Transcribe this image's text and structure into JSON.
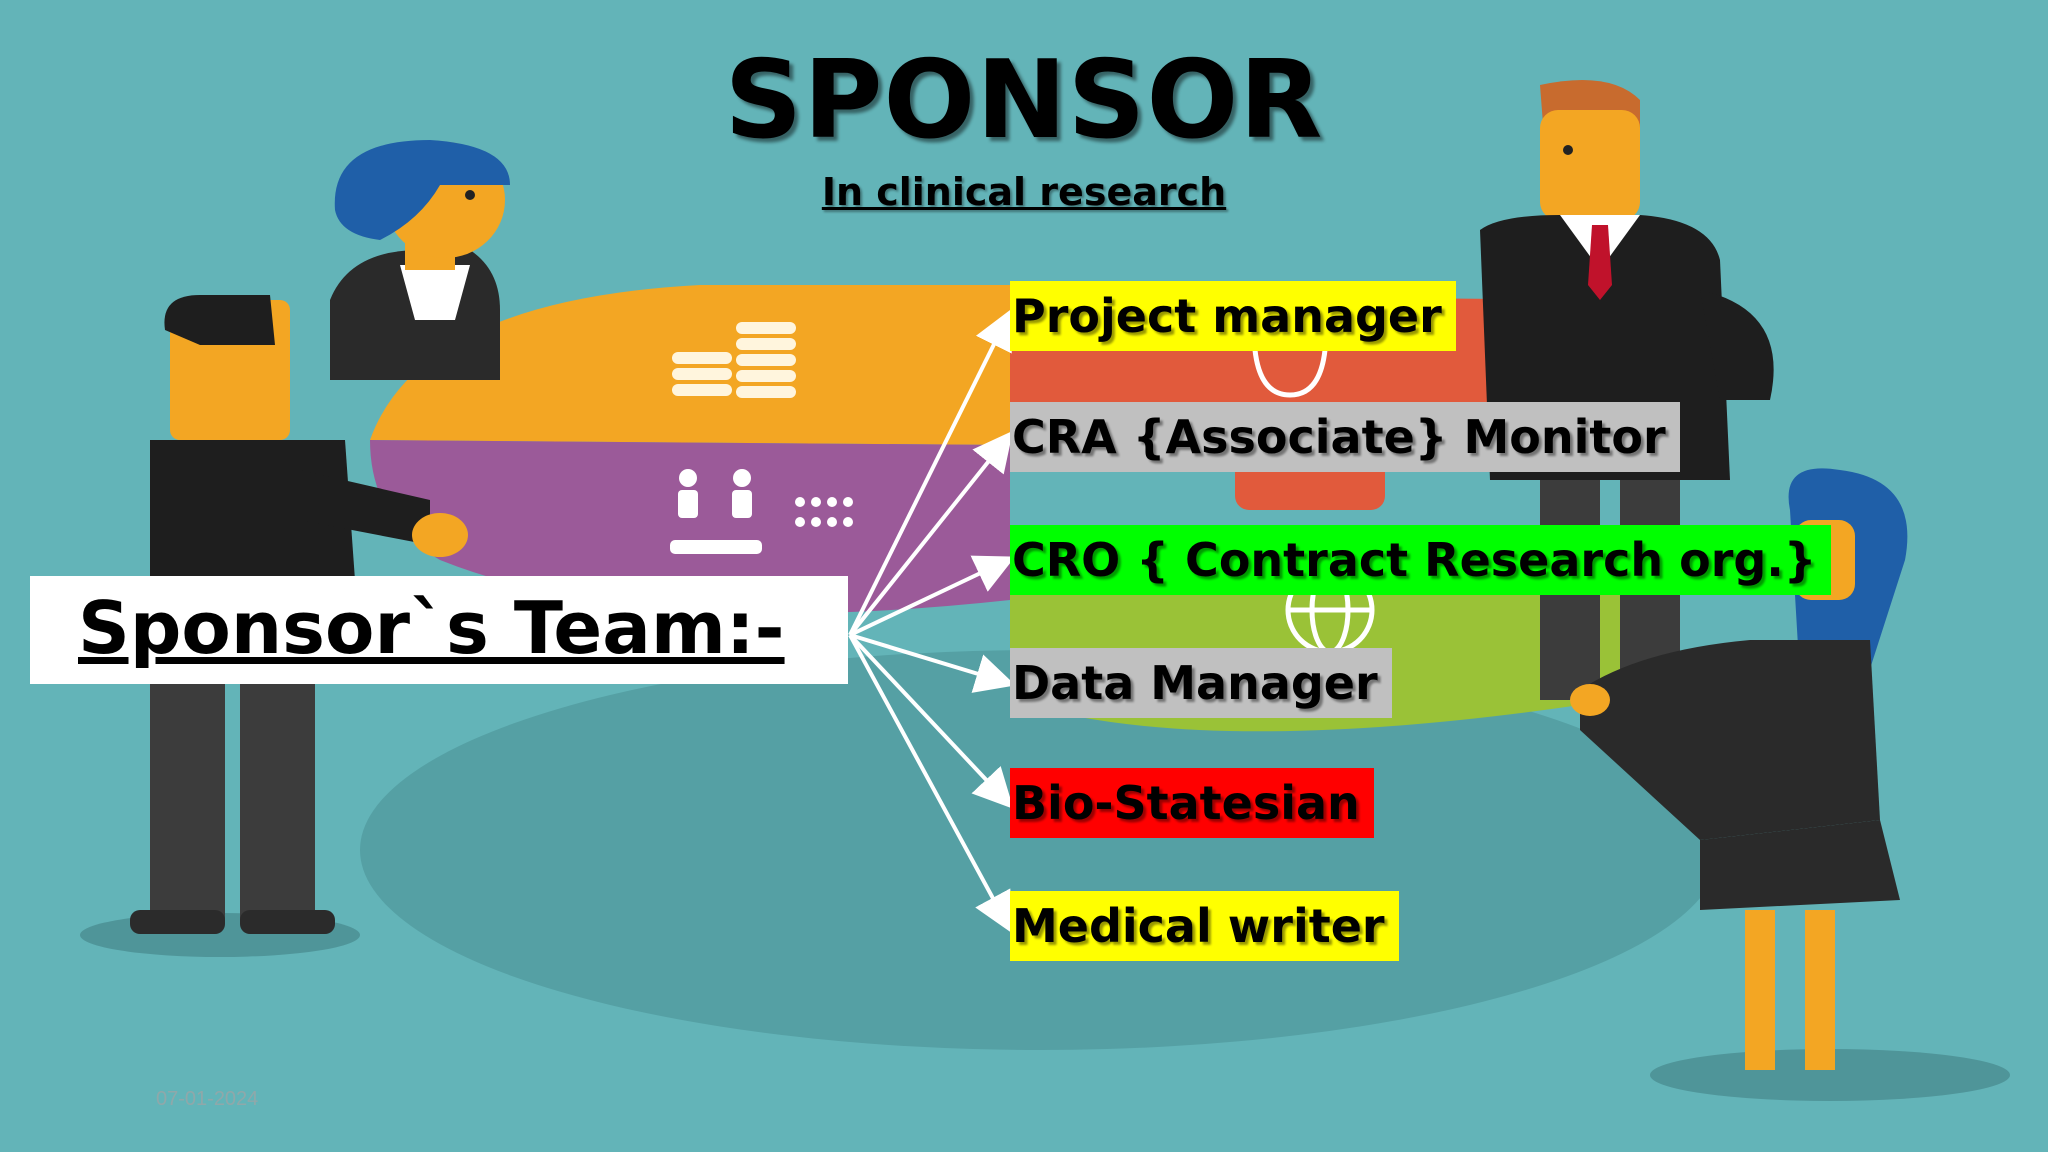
{
  "slide": {
    "title": "SPONSOR",
    "subtitle": "In clinical research",
    "team_label": "Sponsor`s Team:-",
    "date": "07-01-2024"
  },
  "roles": [
    {
      "label": "Project manager",
      "bg": "#ffff00"
    },
    {
      "label": "CRA {Associate} Monitor",
      "bg": "#c0c0c0"
    },
    {
      "label": "CRO { Contract Research org.}",
      "bg": "#00ff00"
    },
    {
      "label": "Data Manager",
      "bg": "#c0c0c0"
    },
    {
      "label": "Bio-Statesian",
      "bg": "#ff0000"
    },
    {
      "label": "Medical writer",
      "bg": "#ffff00"
    }
  ],
  "colors": {
    "background": "#63b4b8",
    "arrow": "#ffffff"
  }
}
